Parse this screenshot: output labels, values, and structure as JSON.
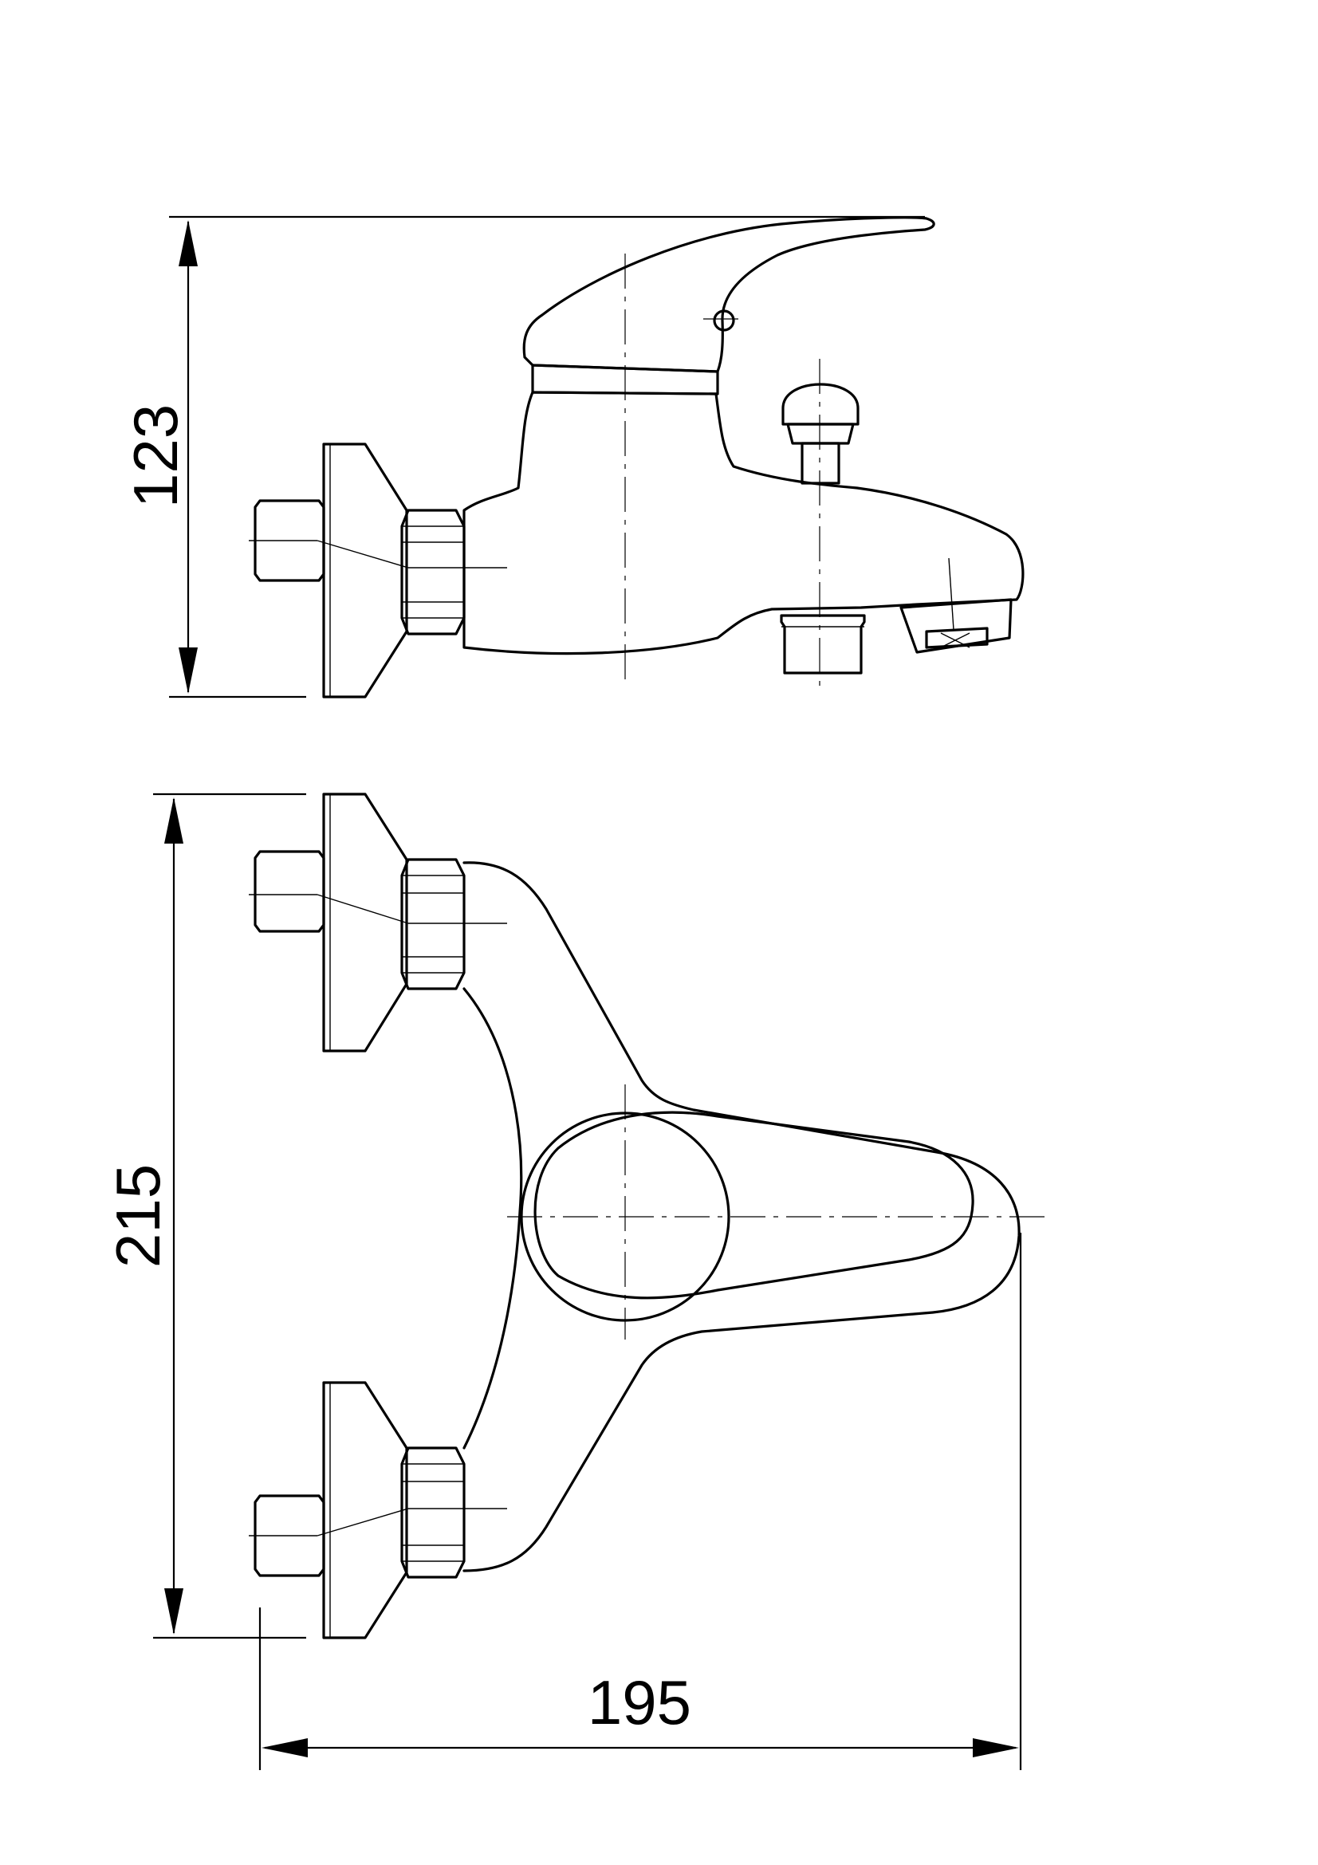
{
  "drawing": {
    "views": [
      "side-view",
      "top-view"
    ]
  },
  "dimensions": {
    "height": "123",
    "depth": "215",
    "width": "195"
  }
}
